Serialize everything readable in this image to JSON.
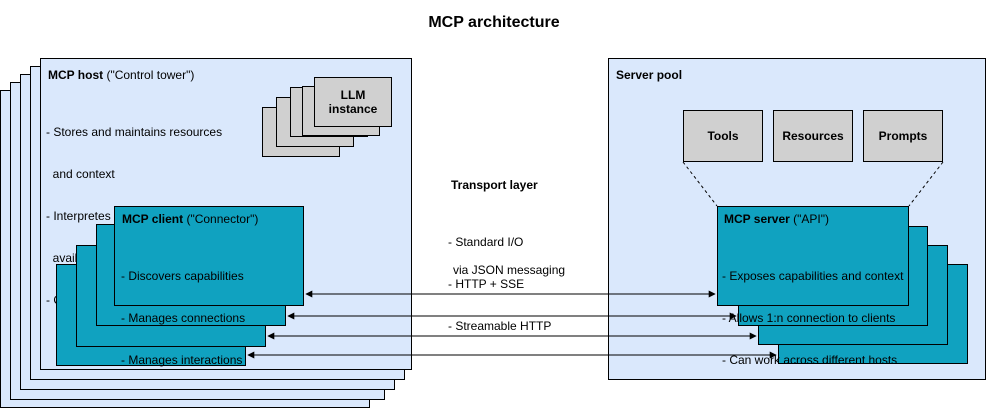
{
  "title": "MCP architecture",
  "host": {
    "name": "MCP host",
    "subtitle": " (\"Control tower\")",
    "bullets": [
      "- Stores and maintains resources",
      "  and context",
      "- Interpretes and catalogizes tools",
      "  available from MCP servers",
      "- Orchestrates MCP clients' actions"
    ]
  },
  "llm": {
    "label_line1": "LLM",
    "label_line2": "instance"
  },
  "client": {
    "name": "MCP client",
    "subtitle": " (\"Connector\")",
    "bullets": [
      "- Discovers capabilities",
      "- Manages connections",
      "- Manages interactions"
    ]
  },
  "transport": {
    "title": "Transport layer",
    "items": [
      "- Standard I/O",
      "- HTTP + SSE",
      "- Streamable HTTP"
    ],
    "note": "via JSON messaging"
  },
  "server_pool": {
    "title": "Server pool",
    "capabilities": [
      "Tools",
      "Resources",
      "Prompts"
    ]
  },
  "server": {
    "name": "MCP server",
    "subtitle": " (\"API\")",
    "bullets": [
      "- Exposes capabilities and context",
      "- Allows 1:n connection to clients",
      "- Can work across different hosts"
    ]
  },
  "colors": {
    "host_fill": "#dae8fc",
    "client_fill": "#10a2c0",
    "gray_fill": "#d0d0d0"
  }
}
